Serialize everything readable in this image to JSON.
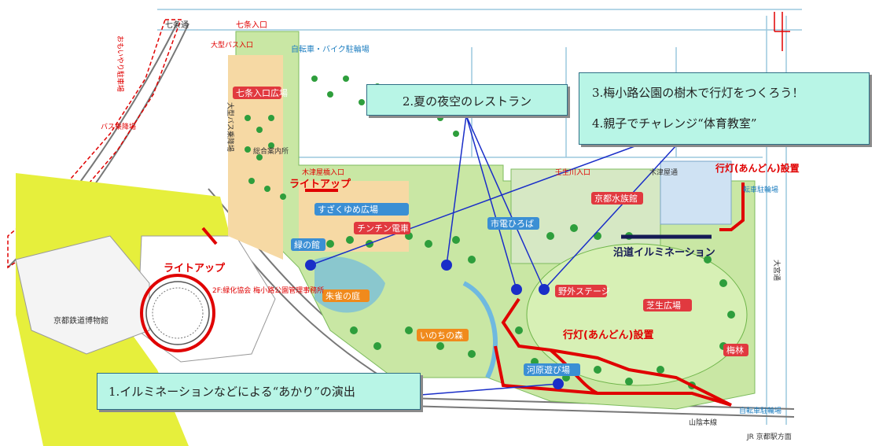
{
  "callouts": {
    "c1": "1.イルミネーションなどによる“あかり”の演出",
    "c2": "2.夏の夜空のレストラン",
    "c3a": "3.梅小路公園の樹木で行灯をつくろう！",
    "c3b": "4.親子でチャレンジ“体育教室”"
  },
  "overlay_labels": {
    "light_up_1": "ライトアップ",
    "light_up_2": "ライトアップ",
    "andon_1": "行灯(あんどん)設置",
    "andon_2": "行灯(あんどん)設置",
    "roadside": "沿道イルミネーション"
  },
  "map_labels": {
    "shichijo_dori": "七条通",
    "shichijo_gate": "七条入口",
    "bus_entrance": "大型バス入口",
    "bike_parking_top": "自転車・バイク駐輪場",
    "omoiyari_parking": "おもいやり駐車場",
    "bus_stop": "バス乗降場",
    "shichijo_plaza": "七条入口広場",
    "bus_area": "大型バス乗降場",
    "info": "総合案内所",
    "kizu_entrance": "木津屋橋入口",
    "mibugawa_entrance": "壬生川入口",
    "kizu_dori": "木津屋通",
    "suzaku_plaza": "すざくゆめ広場",
    "chinchin": "チンチン電車",
    "midori_kan": "緑の館",
    "aquarium": "京都水族館",
    "ichiba": "市電ひろば",
    "outdoor_stage": "野外ステージ",
    "lawn_plaza": "芝生広場",
    "suzaku_garden": "朱雀の庭",
    "inochi_forest": "いのちの森",
    "river_play": "河原遊び場",
    "plum_grove": "梅林",
    "omiya_dori": "大宮通",
    "bike_parking_right": "転車駐輪場",
    "bike_parking_bottom": "自転車駐輪場",
    "sanin_line": "山陰本線",
    "jr_kyoto": "JR 京都駅方面",
    "railway_museum": "京都鉄道博物館",
    "office": "2F:緑化協会 梅小路公園管理事務所"
  },
  "colors": {
    "park_green": "#c9e7a4",
    "tree_green": "#2e9e3c",
    "plaza": "#f6d9a4",
    "yellow_zone": "#e6ef3c",
    "callout_bg": "#b8f5e6",
    "red_line": "#e00000",
    "navy_line": "#151a55",
    "marker_blue": "#1a2ec8"
  }
}
